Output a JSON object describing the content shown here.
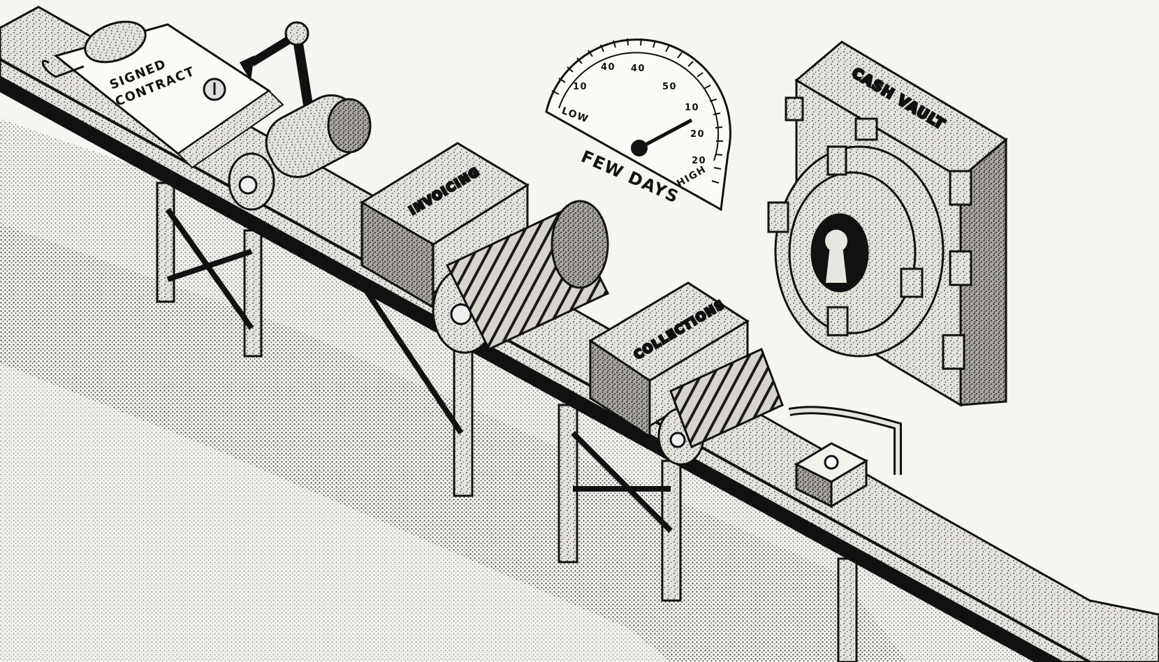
{
  "conveyor": {
    "contract": {
      "line1": "SIGNED",
      "line2": "CONTRACT"
    },
    "stations": [
      {
        "label": "INVOICING"
      },
      {
        "label": "COLLECTIONS"
      }
    ]
  },
  "gauge": {
    "caption": "FEW DAYS",
    "low_label": "LOW",
    "high_label": "HIGH",
    "tick_labels": [
      "10",
      "40",
      "40",
      "50",
      "10",
      "20",
      "20"
    ]
  },
  "vault": {
    "label": "CASH VAULT"
  },
  "colors": {
    "ink": "#111111",
    "paper": "#f6f5f1",
    "metal": "#e2e0da",
    "metal_dark": "#b9b7b0"
  }
}
